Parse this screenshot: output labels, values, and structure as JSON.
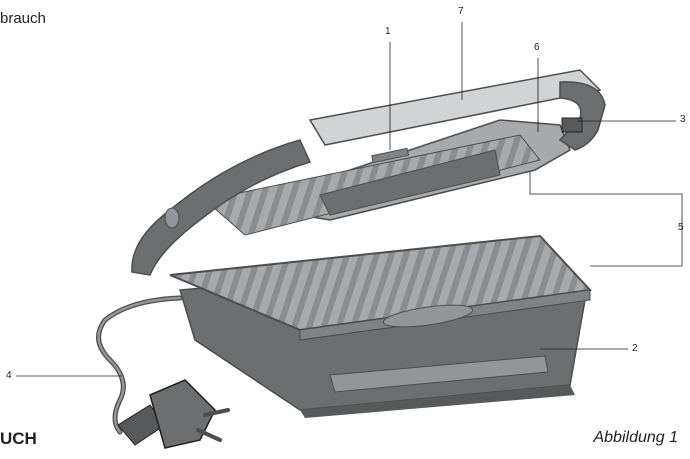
{
  "page": {
    "heading_fragment": "brauch",
    "section_fragment": "UCH",
    "caption": "Abbildung 1"
  },
  "callouts": [
    "1",
    "2",
    "3",
    "4",
    "5",
    "6",
    "7"
  ],
  "colors": {
    "outline": "#4d4d4f",
    "dark_body": "#6d6e70",
    "plate": "#a7a9ac",
    "light_grey": "#d1d3d4",
    "leader": "#231f20"
  }
}
